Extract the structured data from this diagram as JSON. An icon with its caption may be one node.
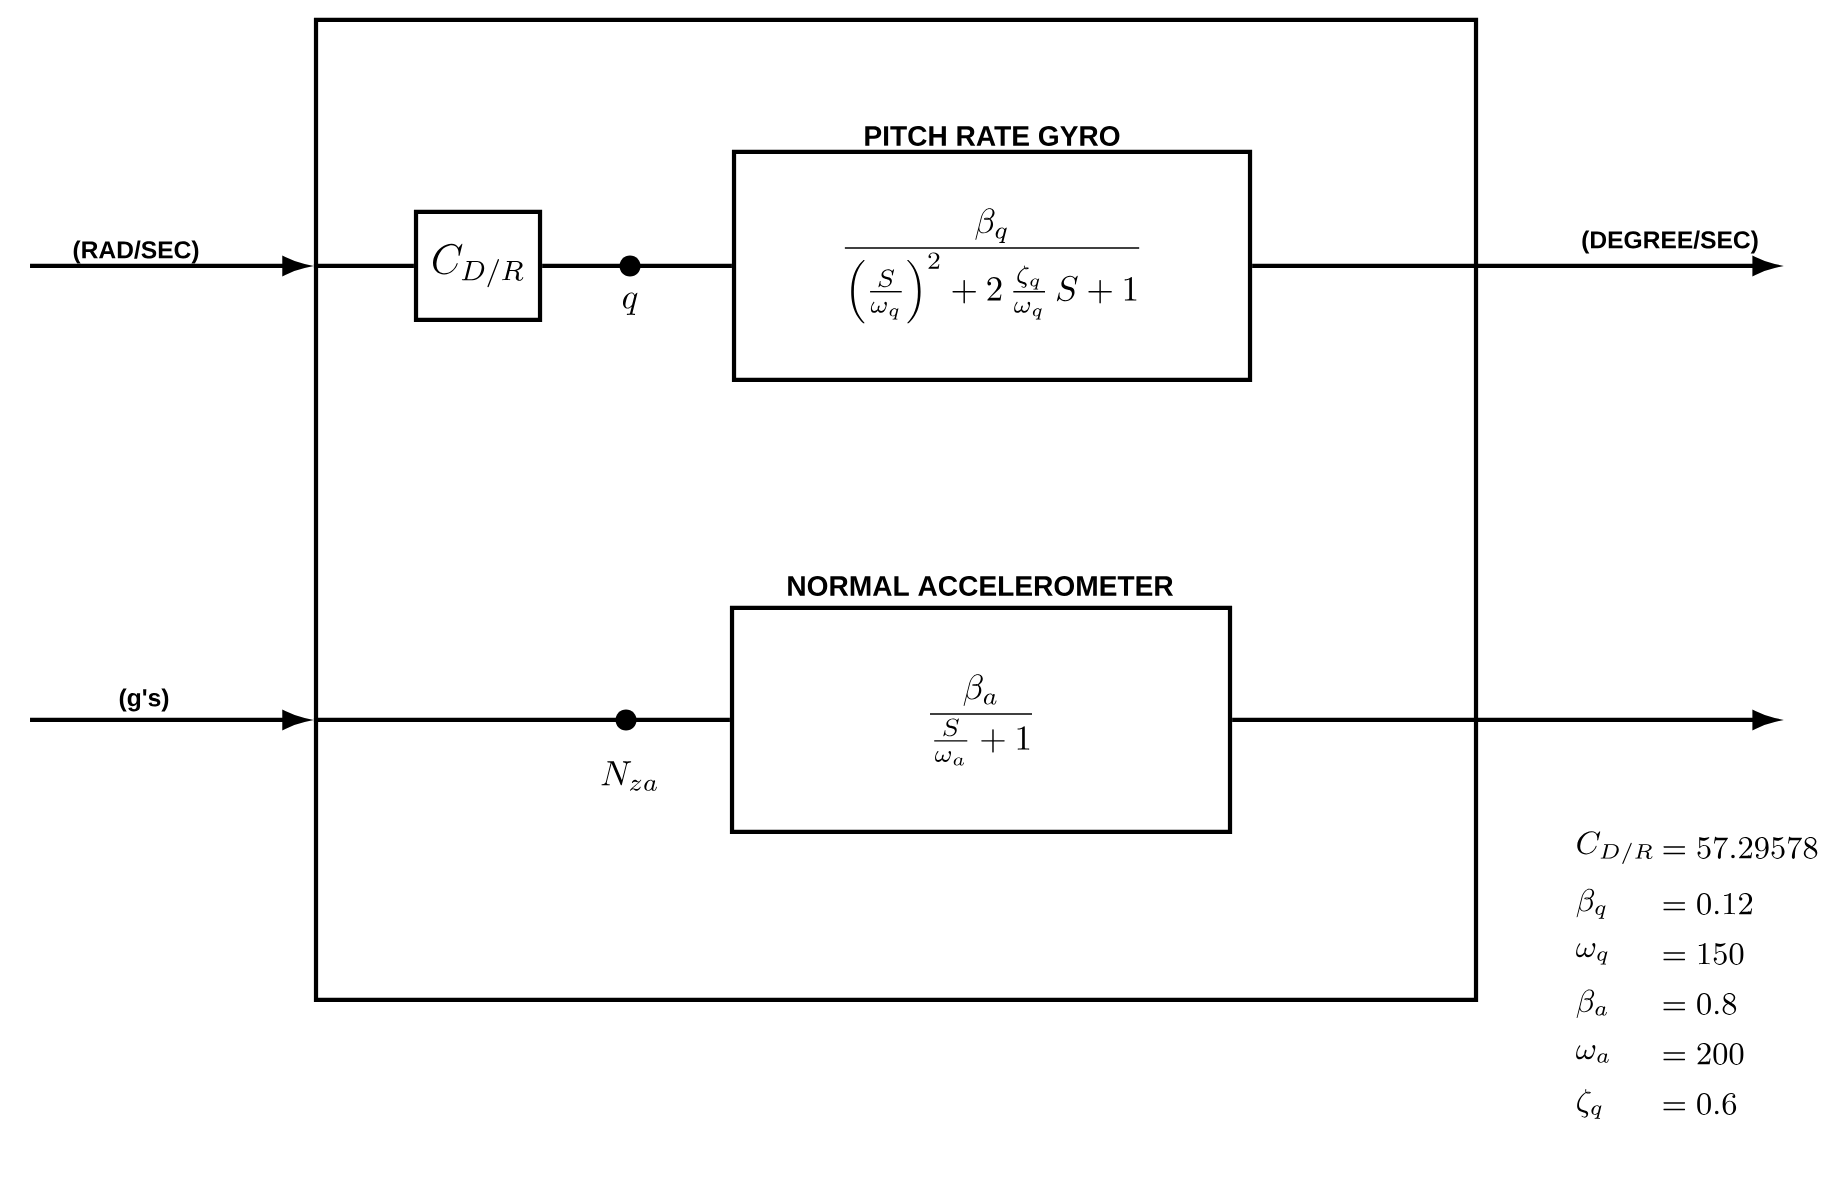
{
  "diagram": {
    "nodes": [
      {
        "text": [],
        "shape": "box"
      },
      {
        "text": [
          "C_{D/R}"
        ],
        "in": 0
      },
      {
        "text": [],
        "shape": "circle",
        "beside": [
          "q"
        ],
        "in": 0
      },
      {
        "text": [
          "PITCH RATE GYRO",
          "\\frac{\\beta_q}{\\left(\\frac{S}{\\omega_q}\\right)^2 + 2\\,\\frac{\\zeta_q}{\\omega_q}\\,S + 1}"
        ],
        "in": 0
      },
      {
        "text": [],
        "shape": "circle",
        "beside": [
          "N_{za}"
        ],
        "in": 0
      },
      {
        "text": [
          "NORMAL ACCELEROMETER",
          "\\frac{\\beta_a}{\\frac{S}{\\omega_a} + 1}"
        ],
        "in": 0
      }
    ],
    "edges": [
      {
        "from": null,
        "to": 0,
        "arrow": "to",
        "label": "(RAD/SEC)"
      },
      {
        "from": 0,
        "to": 1,
        "arrow": "none"
      },
      {
        "from": 1,
        "to": 2,
        "arrow": "none"
      },
      {
        "from": 2,
        "to": 3,
        "arrow": "none"
      },
      {
        "from": 3,
        "to": null,
        "arrow": "to",
        "label": "(DEGREE/SEC)"
      },
      {
        "from": null,
        "to": 0,
        "arrow": "to",
        "label": "(g's)"
      },
      {
        "from": 0,
        "to": 4,
        "arrow": "none"
      },
      {
        "from": 4,
        "to": 5,
        "arrow": "none"
      },
      {
        "from": 5,
        "to": null,
        "arrow": "to"
      }
    ],
    "labels": [
      "C_{D/R}",
      "= 57.29578",
      "\\beta_q",
      "= 0.12",
      "\\omega_q",
      "= 150",
      "\\beta_a",
      "= 0.8",
      "\\omega_a",
      "= 200",
      "\\zeta_q",
      "= 0.6"
    ]
  }
}
